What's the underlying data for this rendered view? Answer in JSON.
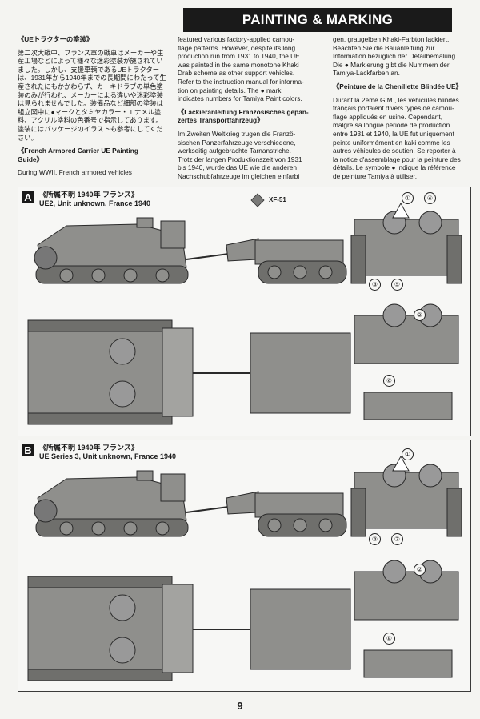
{
  "header": {
    "title": "PAINTING & MARKING"
  },
  "columns": {
    "jp_heading": "《UEトラクターの塗装》",
    "jp_body": "第二次大戦中、フランス軍の戦車はメーカーや生産工場などによって様々な迷彩塗装が施されていました。しかし、支援車輌であるUEトラクターは、1931年から1940年までの長期間にわたって生産されたにもかかわらず、カーキドラブの単色塗装のみが行われ、メーカーによる違いや迷彩塗装は見られませんでした。装備品など細部の塗装は組立図中に●マークとタミヤカラー・エナメル塗料、アクリル塗料の色番号で指示してあります。塗装にはパッケージのイラストも参考にしてください。",
    "en_heading": "《French Armored Carrier UE Painting\nGuide》",
    "en_body": "During WWII, French armored vehicles\nfeatured various factory-applied camou-\nflage patterns. However, despite its long\nproduction run from 1931 to 1940, the UE\nwas painted in the same monotone Khaki\nDrab scheme as other support vehicles.\nRefer to the instruction manual for informa-\ntion on painting details. The ● mark\nindicates numbers for Tamiya Paint colors.",
    "de_heading": "《Lackieranleitung Französisches gepan-\nzertes Transportfahrzeug》",
    "de_body": "Im Zweiten Weltkrieg trugen die Franzö-\nsischen Panzerfahrzeuge verschiedene,\nwerkseitig aufgebrachte Tarnanstriche.\nTrotz der langen Produktionszeit von 1931\nbis 1940, wurde das UE wie die anderen\nNachschubfahrzeuge im gleichen einfarbi\ngen, graugelben Khaki-Farbton lackiert.\nBeachten Sie die Bauanleitung zur\nInformation bezüglich der Detailbemalung.\nDie ● Markierung gibt die Nummern der\nTamiya-Lackfarben an.",
    "fr_heading": "《Peinture de la Chenillette Blindée UE》",
    "fr_body": "Durant la 2ème G.M., les véhicules blindés\nfrançais portaient divers types de camou-\nflage appliqués en usine. Cependant,\nmalgré sa longue période de production\nentre 1931 et 1940, la UE fut uniquement\npeinte uniformément en kaki comme les\nautres véhicules de soutien. Se reporter à\nla notice d'assemblage pour la peinture des\ndétails. Le symbole ● indique la référence\nde peinture Tamiya à utiliser."
  },
  "panels": [
    {
      "letter": "A",
      "title": "《所属不明 1940年 フランス》\nUE2, Unit unknown, France 1940",
      "color_code": "XF-51",
      "callouts": [
        "①",
        "④",
        "③",
        "⑤",
        "②",
        "⑥"
      ]
    },
    {
      "letter": "B",
      "title": "《所属不明 1940年 フランス》\nUE Series 3, Unit unknown, France 1940",
      "callouts": [
        "①",
        "③",
        "⑦",
        "②",
        "⑧"
      ]
    }
  ],
  "footer": {
    "page_number": "9"
  },
  "colors": {
    "vehicle_gray": "#8f8f8c",
    "dark": "#1a1a1a",
    "paint_chip": "#7a7a78"
  }
}
